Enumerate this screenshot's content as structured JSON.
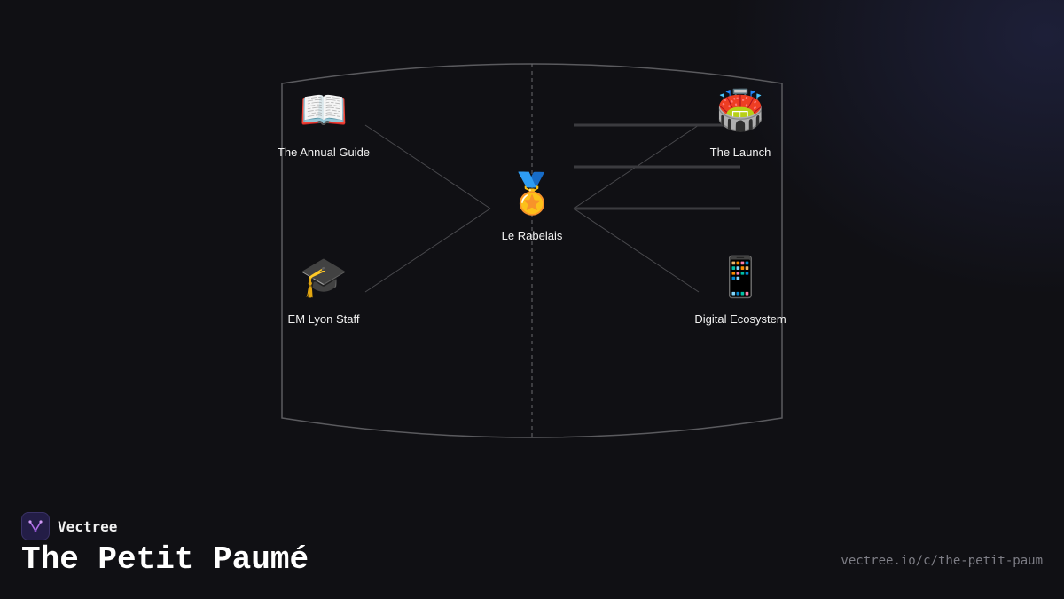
{
  "diagram": {
    "center": {
      "label": "Le Rabelais",
      "icon": "🏅",
      "icon_name": "sports-medal-icon"
    },
    "nodes": [
      {
        "id": "annual-guide",
        "label": "The Annual Guide",
        "icon": "📖",
        "icon_name": "open-book-icon"
      },
      {
        "id": "em-lyon-staff",
        "label": "EM Lyon Staff",
        "icon": "🎓",
        "icon_name": "graduation-cap-icon"
      },
      {
        "id": "the-launch",
        "label": "The Launch",
        "icon": "🏟️",
        "icon_name": "stadium-icon"
      },
      {
        "id": "digital-ecosystem",
        "label": "Digital Ecosystem",
        "icon": "📱",
        "icon_name": "mobile-phone-icon"
      }
    ],
    "colors": {
      "frame": "#5a5a5e",
      "connector": "#4a4a4e",
      "bar": "#3b3b3f"
    }
  },
  "footer": {
    "brand_name": "Vectree",
    "title": "The Petit Paumé",
    "url": "vectree.io/c/the-petit-paum",
    "brand_color": "#231d46",
    "accent": "#b06ee8"
  }
}
